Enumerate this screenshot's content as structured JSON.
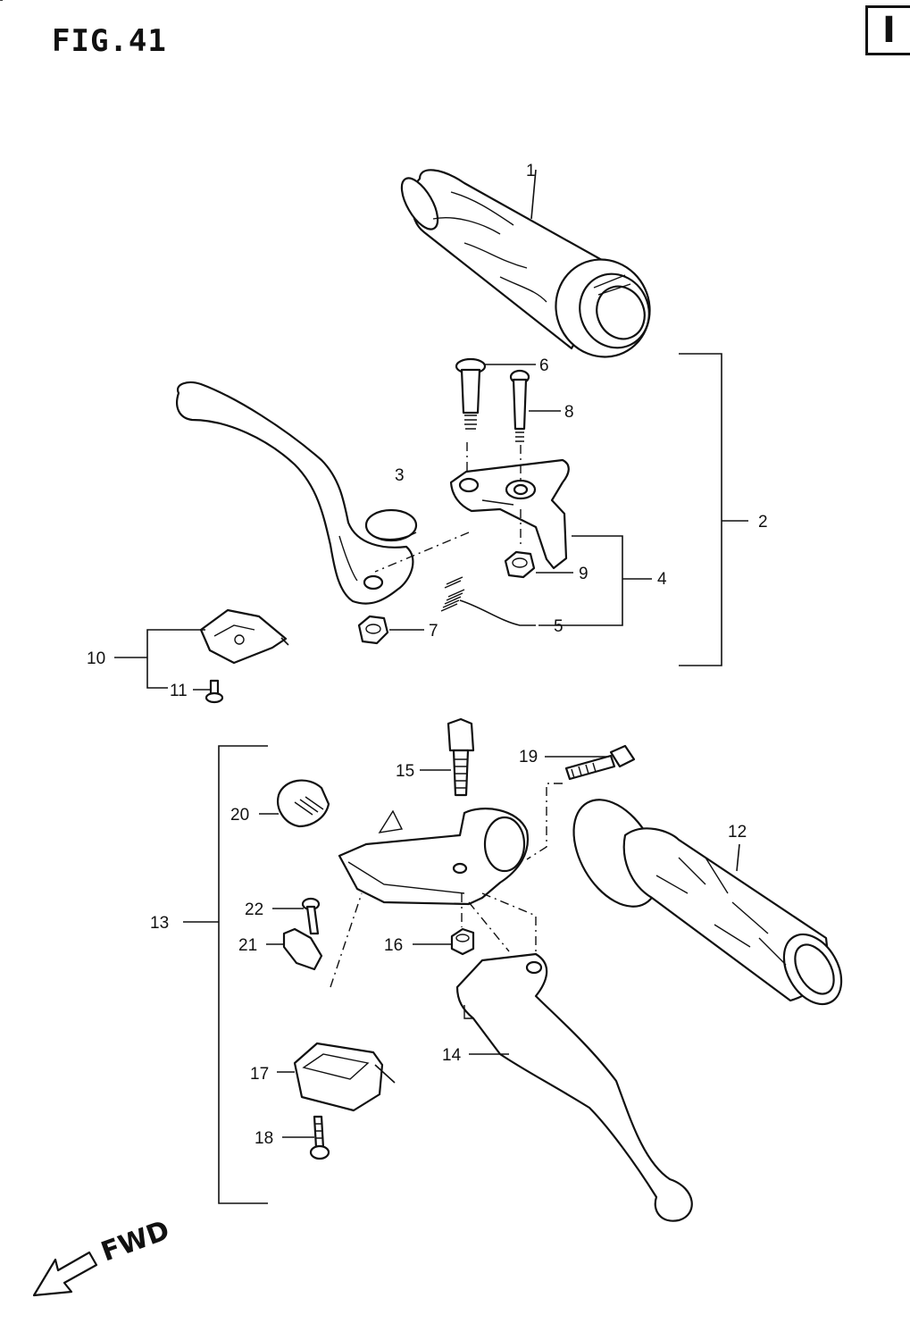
{
  "figure": {
    "title": "FIG.41",
    "section_mark": "I",
    "fwd_label": "FWD"
  },
  "parts": [
    {
      "ref": "1",
      "icon": "right-throttle-grip"
    },
    {
      "ref": "2",
      "icon": "bracket-assembly"
    },
    {
      "ref": "3",
      "icon": "front-brake-lever"
    },
    {
      "ref": "4",
      "icon": "lever-holder-bracket"
    },
    {
      "ref": "5",
      "icon": "spring"
    },
    {
      "ref": "6",
      "icon": "pivot-bolt"
    },
    {
      "ref": "7",
      "icon": "nut"
    },
    {
      "ref": "8",
      "icon": "screw"
    },
    {
      "ref": "9",
      "icon": "nut"
    },
    {
      "ref": "10",
      "icon": "brake-light-switch"
    },
    {
      "ref": "11",
      "icon": "screw"
    },
    {
      "ref": "12",
      "icon": "left-handlebar-grip"
    },
    {
      "ref": "13",
      "icon": "clutch-lever-assembly"
    },
    {
      "ref": "14",
      "icon": "clutch-lever"
    },
    {
      "ref": "15",
      "icon": "pivot-bolt"
    },
    {
      "ref": "16",
      "icon": "nut"
    },
    {
      "ref": "17",
      "icon": "clutch-switch"
    },
    {
      "ref": "18",
      "icon": "screw"
    },
    {
      "ref": "19",
      "icon": "bolt"
    },
    {
      "ref": "20",
      "icon": "cable-adjuster"
    },
    {
      "ref": "21",
      "icon": "clip-plate"
    },
    {
      "ref": "22",
      "icon": "screw"
    }
  ]
}
